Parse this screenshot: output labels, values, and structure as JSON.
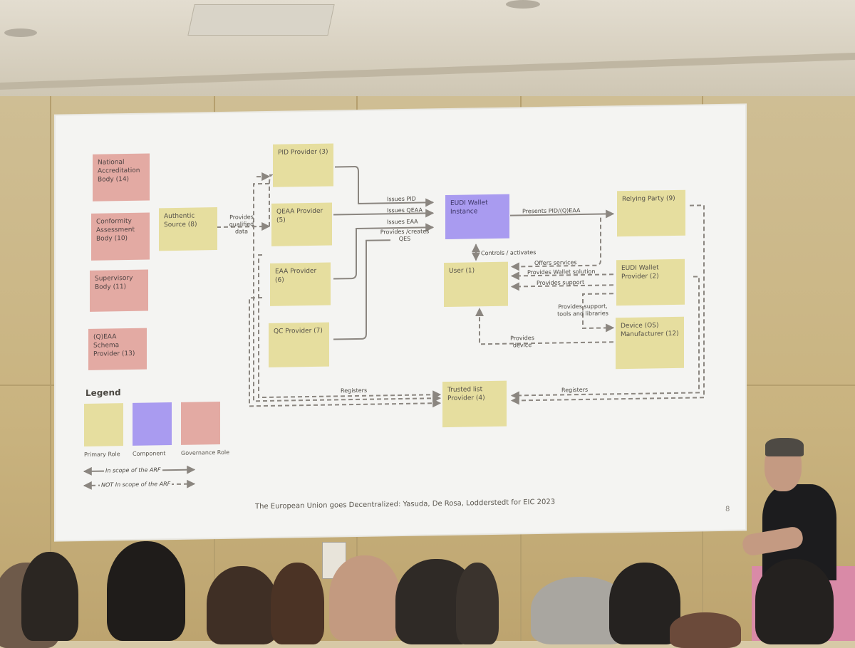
{
  "diagram": {
    "governance_boxes": [
      {
        "label": "National Accreditation Body (14)"
      },
      {
        "label": "Conformity Assessment Body (10)"
      },
      {
        "label": "Supervisory Body (11)"
      },
      {
        "label": "(Q)EAA Schema Provider (13)"
      }
    ],
    "roles": {
      "authentic_source": "Authentic Source (8)",
      "pid_provider": "PID Provider (3)",
      "qeaa_provider": "QEAA Provider (5)",
      "eaa_provider": "EAA Provider (6)",
      "qc_provider": "QC Provider (7)",
      "wallet_instance": "EUDI Wallet Instance",
      "user": "User (1)",
      "trusted_list": "Trusted list Provider (4)",
      "relying_party": "Relying Party (9)",
      "wallet_provider": "EUDI Wallet Provider (2)",
      "device_manufacturer": "Device (OS) Manufacturer (12)"
    },
    "edge_labels": {
      "provides_qualified_data": "Provides qualified data",
      "issues_pid": "Issues PID",
      "issues_qeaa": "Issues QEAA",
      "issues_eaa": "Issues EAA",
      "provides_creates_qes": "Provides /creates QES",
      "presents": "Presents PID/(Q)EAA",
      "controls": "Controls / activates",
      "offers_services": "Offers services",
      "provides_wallet_solution": "Provides Wallet solution",
      "provides_support": "Provides support",
      "provides_support_tools": "Provides support, tools and libraries",
      "provides_device": "Provides device",
      "registers_left": "Registers",
      "registers_right": "Registers"
    },
    "legend": {
      "title": "Legend",
      "primary_role": "Primary Role",
      "component": "Component",
      "governance_role": "Governance Role",
      "in_scope": "In scope of the ARF",
      "not_in_scope": "NOT In scope of the ARF"
    },
    "footer": "The European Union goes Decentralized: Yasuda, De Rosa, Lodderstedt for EIC 2023",
    "page_number": "8",
    "colors": {
      "primary_role": "#e6de9f",
      "component": "#a99bf0",
      "governance_role": "#e3aaa3",
      "arrow": "#8b8680"
    }
  }
}
